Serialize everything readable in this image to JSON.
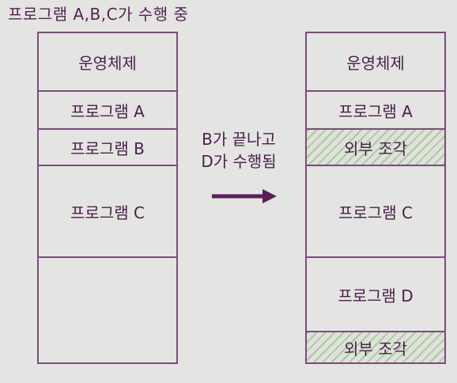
{
  "title": "프로그램 A,B,C가 수행 중",
  "left_memory": [
    {
      "label": "운영체제"
    },
    {
      "label": "프로그램 A"
    },
    {
      "label": "프로그램 B"
    },
    {
      "label": "프로그램 C"
    },
    {
      "label": ""
    }
  ],
  "transition": {
    "line1": "B가 끝나고",
    "line2": "D가 수행됨"
  },
  "right_memory": [
    {
      "label": "운영체제"
    },
    {
      "label": "프로그램 A"
    },
    {
      "label": "외부 조각"
    },
    {
      "label": "프로그램 C"
    },
    {
      "label": "프로그램 D"
    },
    {
      "label": "외부 조각"
    }
  ],
  "colors": {
    "border": "#7b4b7b",
    "text": "#4a1f4a",
    "arrow": "#5a1e5a",
    "fragment_hatch": "#a0c090"
  }
}
